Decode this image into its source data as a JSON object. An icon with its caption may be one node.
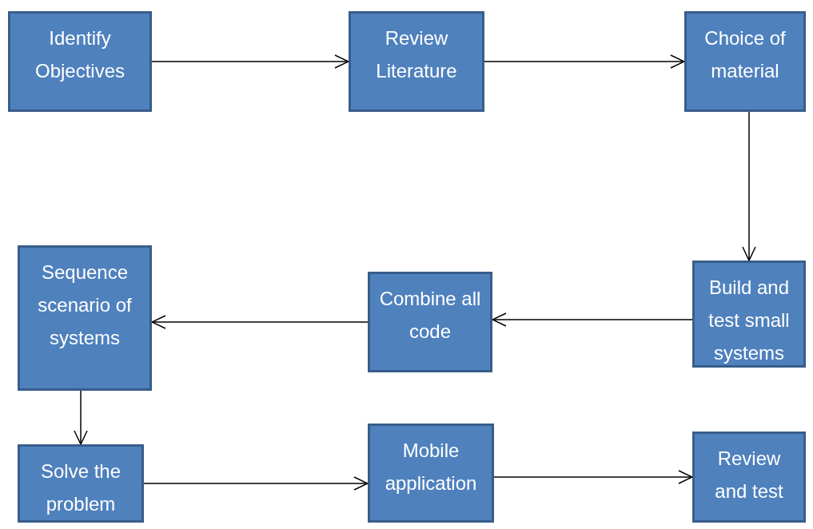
{
  "diagram": {
    "nodes": [
      {
        "text": [
          "Identify Objectives"
        ]
      },
      {
        "text": [
          "Review Literature"
        ]
      },
      {
        "text": [
          "Choice of material"
        ]
      },
      {
        "text": [
          "Build and test small systems"
        ]
      },
      {
        "text": [
          "Combine all code"
        ]
      },
      {
        "text": [
          "Sequence scenario of systems"
        ]
      },
      {
        "text": [
          "Solve the problem"
        ]
      },
      {
        "text": [
          "Mobile application"
        ]
      },
      {
        "text": [
          "Review and test"
        ]
      }
    ],
    "edges": [
      {
        "from": 0,
        "to": 1,
        "arrow": "to"
      },
      {
        "from": 1,
        "to": 2,
        "arrow": "to"
      },
      {
        "from": 2,
        "to": 3,
        "arrow": "to"
      },
      {
        "from": 3,
        "to": 4,
        "arrow": "to"
      },
      {
        "from": 4,
        "to": 5,
        "arrow": "to"
      },
      {
        "from": 5,
        "to": 6,
        "arrow": "to"
      },
      {
        "from": 6,
        "to": 7,
        "arrow": "to"
      },
      {
        "from": 7,
        "to": 8,
        "arrow": "to"
      }
    ]
  }
}
